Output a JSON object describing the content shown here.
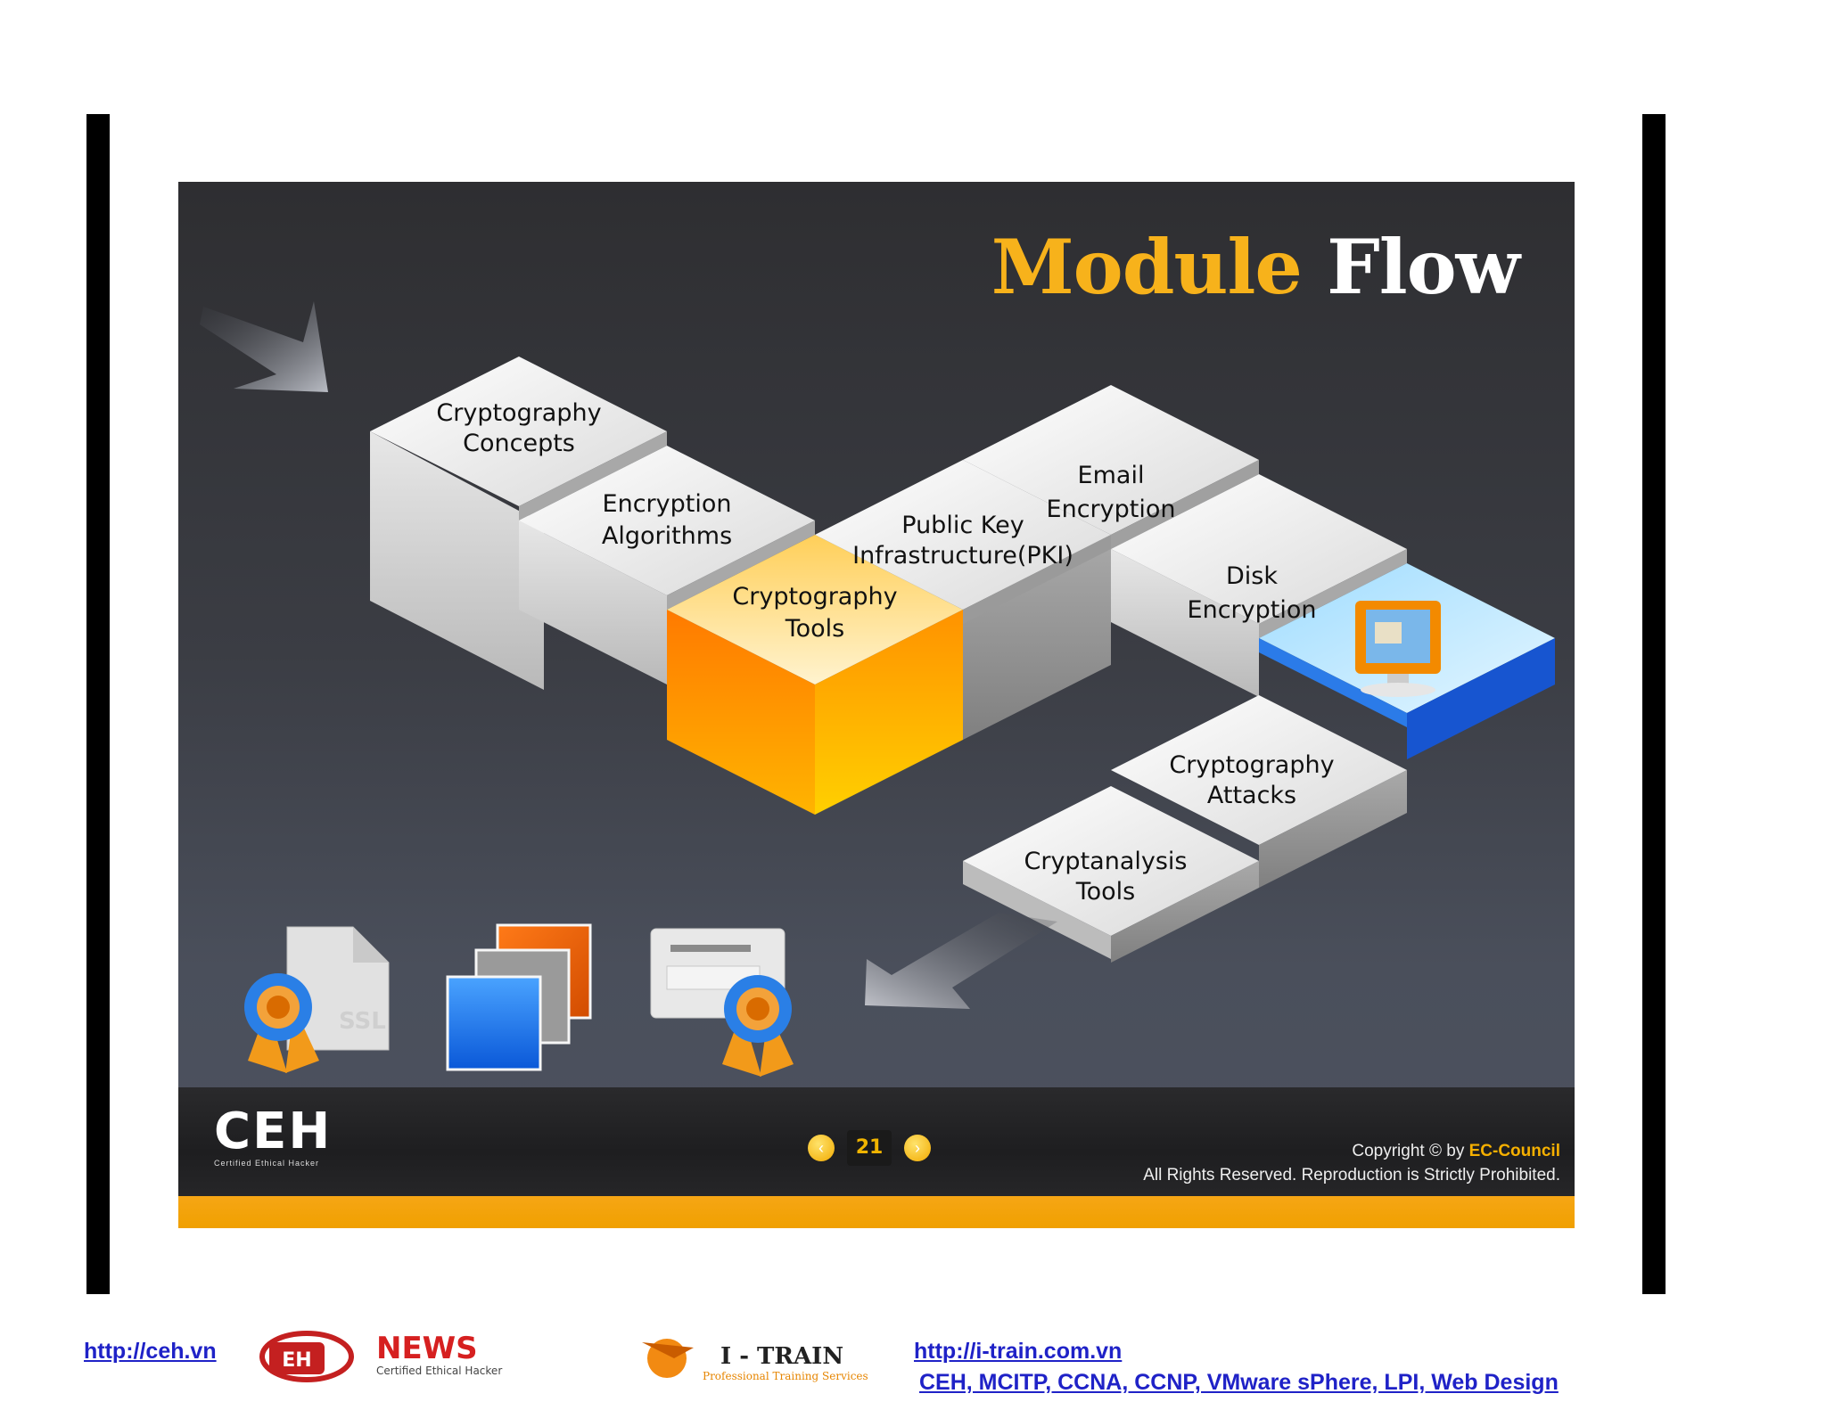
{
  "slide": {
    "title_part1": "Module",
    "title_part2": "Flow",
    "steps": [
      {
        "line1": "Cryptography",
        "line2": "Concepts"
      },
      {
        "line1": "Encryption",
        "line2": "Algorithms"
      },
      {
        "line1": "Cryptography",
        "line2": "Tools"
      },
      {
        "line1": "Public Key",
        "line2": "Infrastructure(PKI)"
      },
      {
        "line1": "Email",
        "line2": "Encryption"
      },
      {
        "line1": "Disk",
        "line2": "Encryption"
      },
      {
        "line1": "Cryptography",
        "line2": "Attacks"
      },
      {
        "line1": "Cryptanalysis",
        "line2": "Tools"
      }
    ],
    "icons": [
      "ssl-certificate-icon",
      "stacked-windows-icon",
      "certificate-award-icon"
    ],
    "highlight_color": "#f7a600",
    "accent_blue": "#1a5fd6"
  },
  "footer": {
    "logo_text": "CEH",
    "logo_sub": "Certified  Ethical  Hacker",
    "page_number": "21",
    "copyright_prefix": "Copyright © by",
    "copyright_brand": "EC-Council",
    "copyright_line2": "All Rights Reserved. Reproduction is Strictly Prohibited."
  },
  "page_footer": {
    "link_left": "http://ceh.vn",
    "news_logo": "NEWS",
    "news_sub": "Certified Ethical Hacker",
    "itrain_logo": "I - TRAIN",
    "itrain_sub": "Professional Training Services",
    "link_right": "http://i-train.com.vn",
    "courses": "CEH, MCITP, CCNA, CCNP, VMware sPhere, LPI, Web Design"
  }
}
